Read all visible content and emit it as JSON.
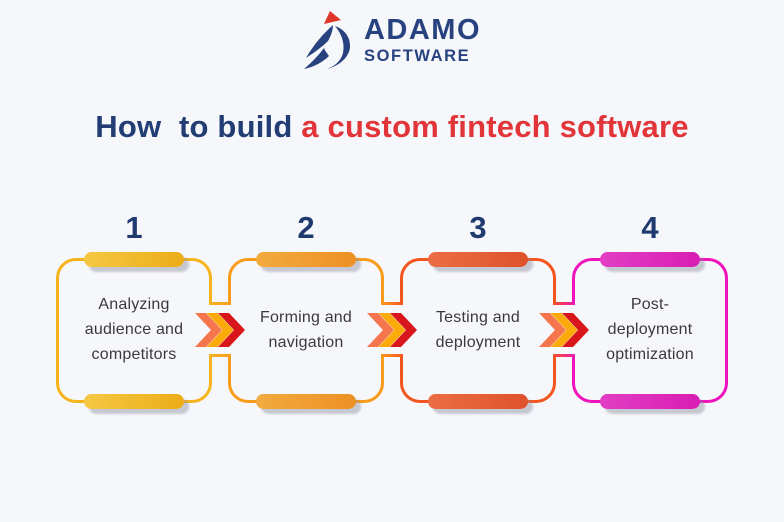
{
  "background": "#F6F7FB",
  "logo": {
    "name": "ADAMO",
    "subname": "SOFTWARE",
    "navy": "#27427F",
    "red": "#E0352B"
  },
  "title": {
    "text_navy": "How  to build ",
    "text_red": "a custom fintech software",
    "navy_color": "#223C74",
    "red_color": "#E2353A"
  },
  "number_color": "#1F3A6E",
  "text_color": "#3A3A3A",
  "steps": [
    {
      "number": "1",
      "label": "Analyzing\naudience and\ncompetitors",
      "border_color": "#F6B41C",
      "pill_from": "#F5C845",
      "pill_to": "#ECAC16"
    },
    {
      "number": "2",
      "label": "Forming and\nnavigation",
      "border_color": "#F99C1B",
      "pill_from": "#F2AB3F",
      "pill_to": "#ED9023"
    },
    {
      "number": "3",
      "label": "Testing and\ndeployment",
      "border_color": "#F4551E",
      "pill_from": "#EC6E44",
      "pill_to": "#DE512B"
    },
    {
      "number": "4",
      "label": "Post-\ndeployment\noptimization",
      "border_color": "#EF13BB",
      "pill_from": "#E23EC4",
      "pill_to": "#D81DB4"
    }
  ],
  "arrows": {
    "colors": [
      "#F5764D",
      "#FCA90A",
      "#D8161C"
    ]
  }
}
